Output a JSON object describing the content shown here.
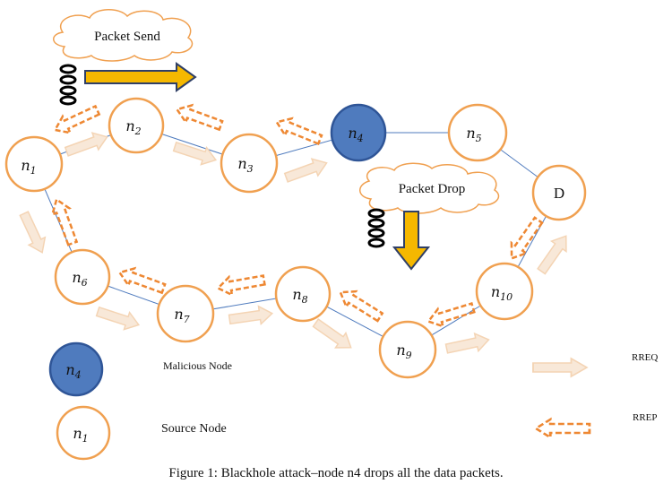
{
  "nodes": {
    "n1": {
      "base": "n",
      "sub": "1"
    },
    "n2": {
      "base": "n",
      "sub": "2"
    },
    "n3": {
      "base": "n",
      "sub": "3"
    },
    "n4": {
      "base": "n",
      "sub": "4"
    },
    "n5": {
      "base": "n",
      "sub": "5"
    },
    "n6": {
      "base": "n",
      "sub": "6"
    },
    "n7": {
      "base": "n",
      "sub": "7"
    },
    "n8": {
      "base": "n",
      "sub": "8"
    },
    "n9": {
      "base": "n",
      "sub": "9"
    },
    "n10": {
      "base": "n",
      "sub": "10"
    },
    "D": {
      "label": "D"
    }
  },
  "clouds": {
    "send": "Packet Send",
    "drop": "Packet Drop"
  },
  "legend": {
    "malicious_label": "Malicious Node",
    "malicious_node": {
      "base": "n",
      "sub": "4"
    },
    "source_label": "Source Node",
    "source_node": {
      "base": "n",
      "sub": "1"
    },
    "rreq": "RREQ",
    "rrep": "RREP"
  },
  "caption": "Figure 1: Blackhole attack–node n4 drops all the data packets.",
  "colors": {
    "node_border": "#F0A050",
    "malicious_fill": "#4F7BBE",
    "malicious_border": "#2F5597",
    "link": "#4F7BBE",
    "rrep_dash": "#EE8833",
    "rreq_fill": "#F8E8D8",
    "rreq_border": "#F4D4B4",
    "packet_arrow": "#F5B800",
    "packet_arrow_border": "#2F3F66"
  }
}
